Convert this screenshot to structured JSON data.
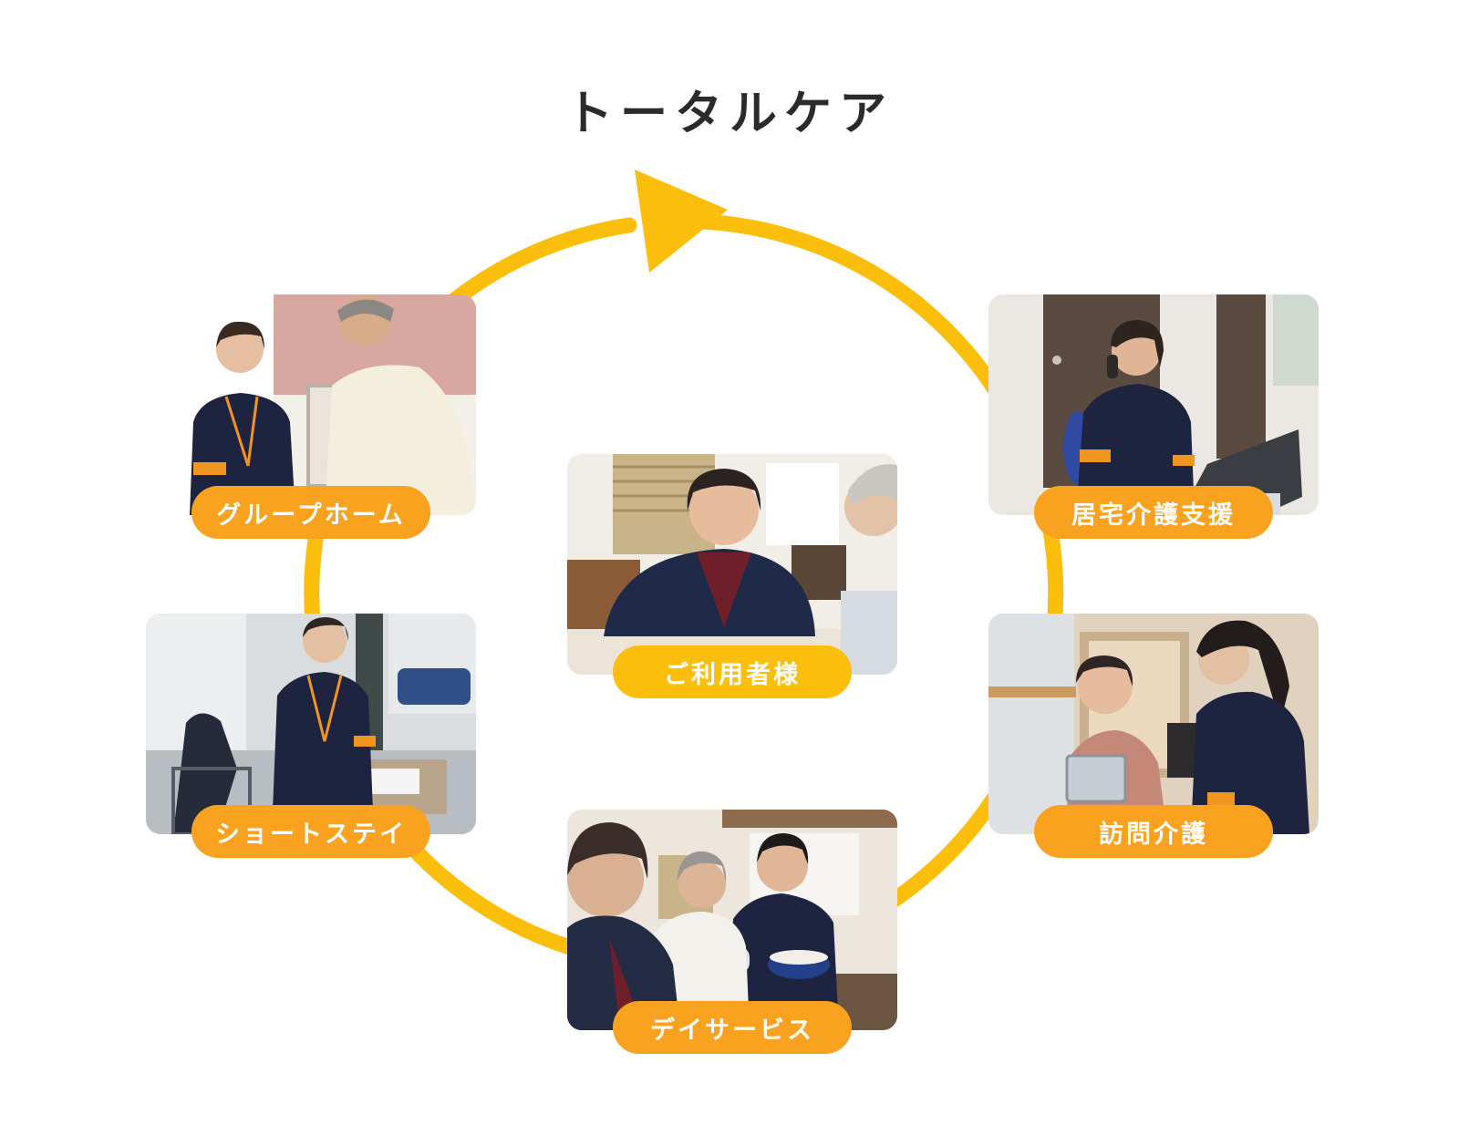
{
  "title": "トータルケア",
  "colors": {
    "cycle_arrow": "#fbbf0b",
    "label_orange": "#f8a21f",
    "label_yellow": "#fbbf0b",
    "title_text": "#2b2b2b"
  },
  "nodes": {
    "group_home": {
      "label": "グループホーム",
      "photo": "staff-with-elderly-man-photo"
    },
    "home_care_support": {
      "label": "居宅介護支援",
      "photo": "care-manager-on-phone-photo"
    },
    "users": {
      "label": "ご利用者様",
      "photo": "elderly-woman-smiling-photo"
    },
    "short_stay": {
      "label": "ショートステイ",
      "photo": "staff-outside-facility-photo"
    },
    "home_visit_care": {
      "label": "訪問介護",
      "photo": "staff-showing-tablet-photo"
    },
    "day_service": {
      "label": "デイサービス",
      "photo": "staff-at-meal-photo"
    }
  }
}
